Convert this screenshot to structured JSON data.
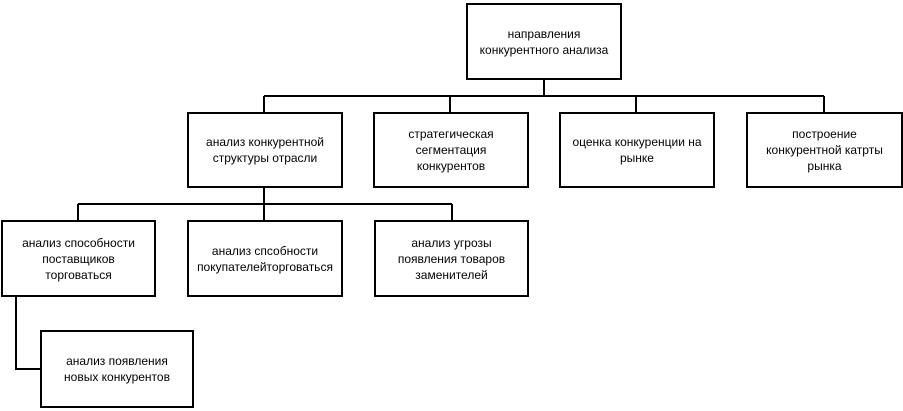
{
  "diagram": {
    "line_color": "#000000",
    "nodes": {
      "root": "направления\nконкурентного анализа",
      "n1": "анализ конкурентной\nструктуры отрасли",
      "n2": "стратегическая\nсегментация\nконкурентов",
      "n3": "оценка конкуренции на\nрынке",
      "n4": "построение\nконкурентной катрты\nрынка",
      "c1": "анализ способности\nпоставщиков\nторговаться",
      "c2": "анализ спсобности\nпокупателейторговаться",
      "c3": "анализ угрозы\nпоявления товаров\nзаменителей",
      "g1": "анализ появления\nновых конкурентов"
    }
  }
}
